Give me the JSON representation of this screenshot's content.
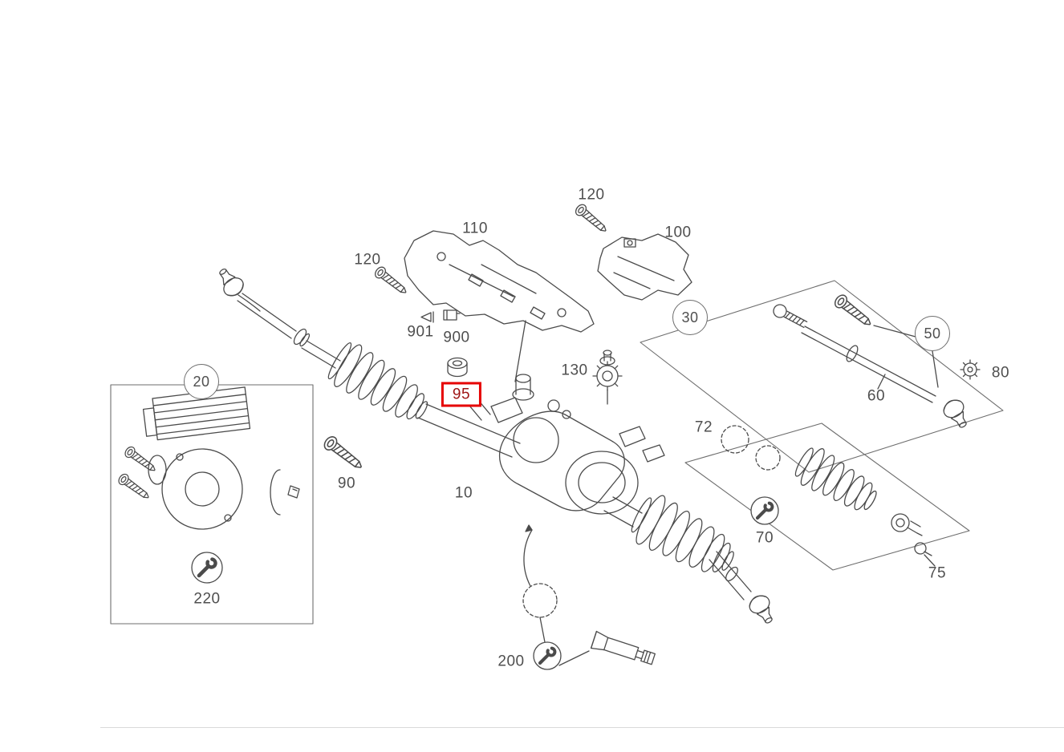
{
  "diagram": {
    "description": "Exploded parts diagram of a rack-and-pinion steering gear with part group numbers",
    "colors": {
      "line": "#4b4b4b",
      "label_text": "#4f4f4f",
      "highlight_box": "#e60000",
      "highlight_text": "#9e1414",
      "divider": "#dadada"
    },
    "labels": [
      {
        "id": "120-top",
        "text": "120"
      },
      {
        "id": "110",
        "text": "110"
      },
      {
        "id": "100",
        "text": "100"
      },
      {
        "id": "120-left",
        "text": "120"
      },
      {
        "id": "30",
        "text": "30",
        "circled": true
      },
      {
        "id": "50",
        "text": "50",
        "circled": true
      },
      {
        "id": "80",
        "text": "80"
      },
      {
        "id": "60",
        "text": "60"
      },
      {
        "id": "901",
        "text": "901"
      },
      {
        "id": "900",
        "text": "900"
      },
      {
        "id": "130",
        "text": "130"
      },
      {
        "id": "95",
        "text": "95",
        "highlighted": true
      },
      {
        "id": "20",
        "text": "20",
        "circled": true
      },
      {
        "id": "90",
        "text": "90"
      },
      {
        "id": "10",
        "text": "10"
      },
      {
        "id": "72",
        "text": "72"
      },
      {
        "id": "70",
        "text": "70"
      },
      {
        "id": "75",
        "text": "75"
      },
      {
        "id": "220",
        "text": "220"
      },
      {
        "id": "200",
        "text": "200"
      }
    ]
  }
}
